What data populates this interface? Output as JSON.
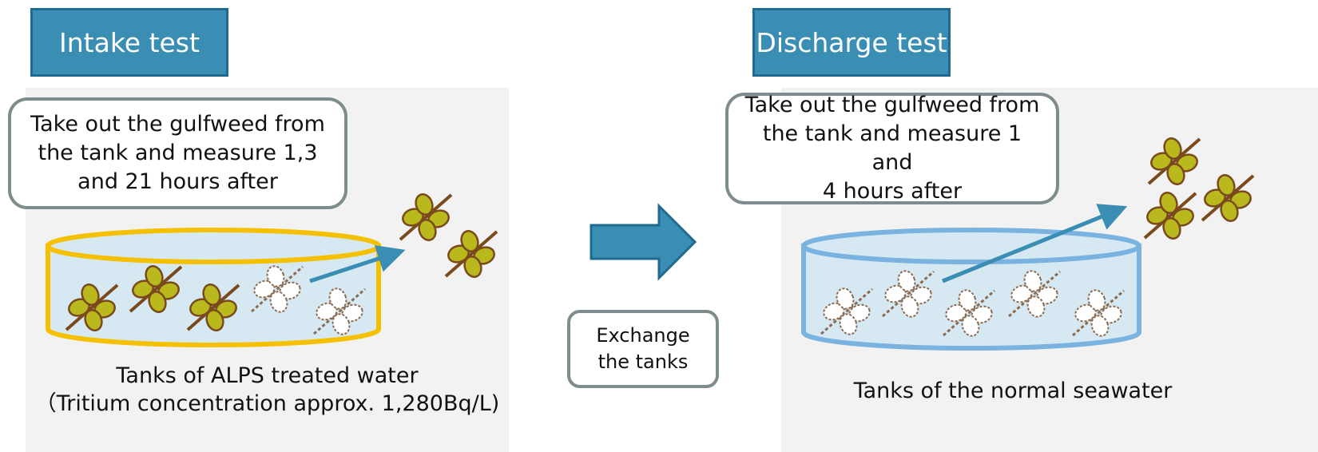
{
  "intake": {
    "title": "Intake test",
    "callout_lines": [
      "Take out the gulfweed from",
      "the tank and measure 1,3",
      "and 21 hours after"
    ],
    "caption_line1": "Tanks of ALPS treated water",
    "caption_line2": "（Tritium concentration approx. 1,280Bq/L)"
  },
  "middle": {
    "exchange_lines": [
      "Exchange",
      "the tanks"
    ]
  },
  "discharge": {
    "title": "Discharge test",
    "callout_lines": [
      "Take out the gulfweed from",
      "the tank and measure 1 and",
      "4 hours after"
    ],
    "caption": "Tanks of the normal seawater"
  },
  "colors": {
    "title_fill": "#3a8eb4",
    "arrow": "#3a8eb4",
    "intake_tank_rim": "#f5c000",
    "discharge_tank_rim": "#7ab3e0",
    "tank_water": "#d6e9f3",
    "gulfweed": "#b9b91e",
    "gulfweed_stem": "#7a4a1c",
    "panel_bg": "#f2f2f2"
  }
}
